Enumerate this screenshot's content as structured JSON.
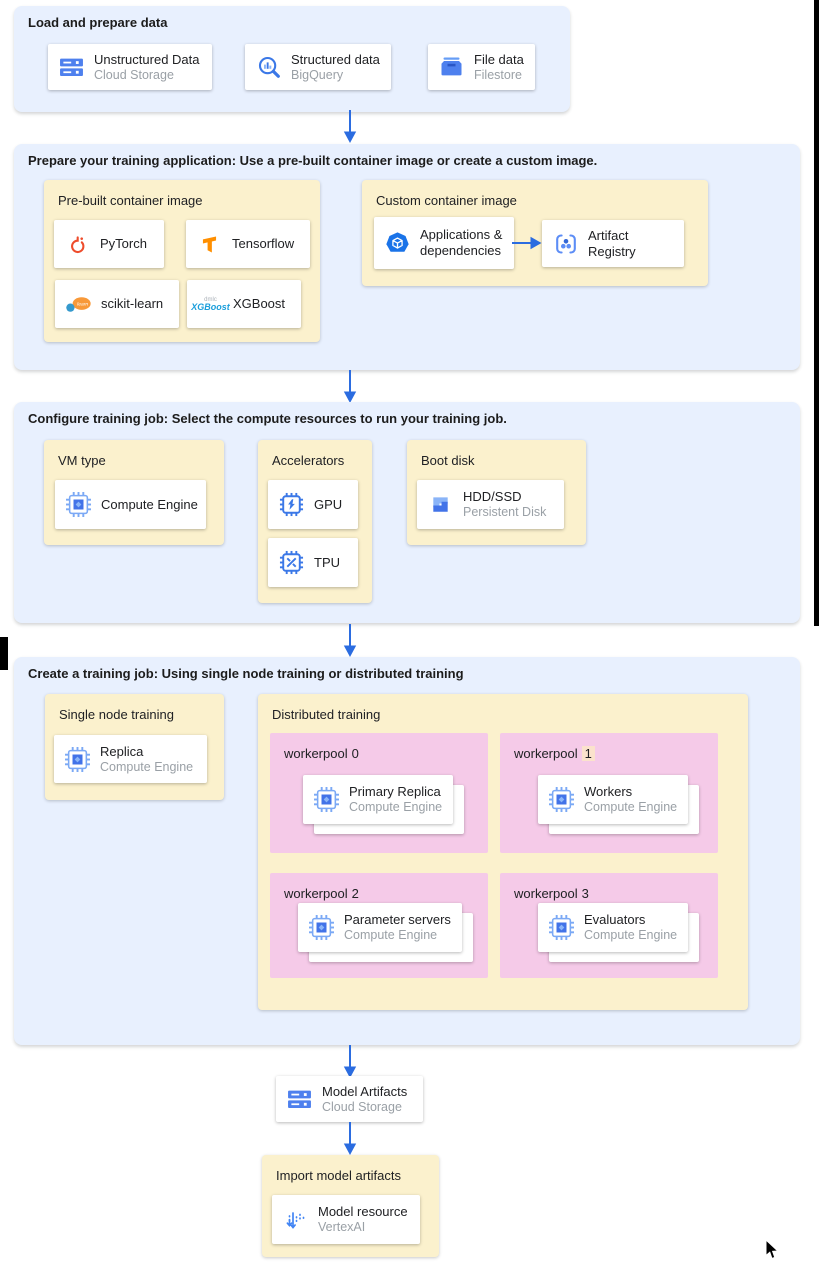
{
  "colors": {
    "section_bg": "#e8f0fe",
    "panel_bg": "#fbf1cd",
    "workerpool_bg": "#f5cae8",
    "number_highlight_bg": "#fbe2cc",
    "card_bg": "#ffffff",
    "arrow": "#2b6ce0",
    "title_text": "#202124",
    "subtitle_text": "#9aa0a6",
    "icon_blue": "#4273e8",
    "pytorch_orange": "#ee4c2c",
    "tensorflow_orange": "#ff8f00"
  },
  "sections": {
    "load": {
      "title": "Load and prepare data",
      "cards": [
        {
          "title": "Unstructured Data",
          "subtitle": "Cloud Storage"
        },
        {
          "title": "Structured data",
          "subtitle": "BigQuery"
        },
        {
          "title": "File data",
          "subtitle": "Filestore"
        }
      ]
    },
    "prepare": {
      "title": "Prepare your training application: Use a pre-built container image or create a custom image.",
      "prebuilt": {
        "title": "Pre-built container image",
        "cards": [
          {
            "title": "PyTorch"
          },
          {
            "title": "Tensorflow"
          },
          {
            "title": "scikit-learn"
          },
          {
            "title": "XGBoost"
          }
        ]
      },
      "custom": {
        "title": "Custom container image",
        "cards": [
          {
            "title": "Applications & dependencies"
          },
          {
            "title": "Artifact Registry"
          }
        ]
      }
    },
    "configure": {
      "title": "Configure training job: Select the compute resources to run your training job.",
      "vm": {
        "title": "VM type",
        "card": {
          "title": "Compute Engine"
        }
      },
      "accelerators": {
        "title": "Accelerators",
        "cards": [
          {
            "title": "GPU"
          },
          {
            "title": "TPU"
          }
        ]
      },
      "boot": {
        "title": "Boot disk",
        "card": {
          "title": "HDD/SSD",
          "subtitle": "Persistent Disk"
        }
      }
    },
    "create": {
      "title": "Create a training job: Using single node training or distributed training",
      "single": {
        "title": "Single node training",
        "card": {
          "title": "Replica",
          "subtitle": "Compute Engine"
        }
      },
      "distributed": {
        "title": "Distributed training",
        "workerpools": [
          {
            "name": "workerpool",
            "num": "0",
            "card": {
              "title": "Primary Replica",
              "subtitle": "Compute Engine"
            }
          },
          {
            "name": "workerpool",
            "num": "1",
            "card": {
              "title": "Workers",
              "subtitle": "Compute Engine"
            }
          },
          {
            "name": "workerpool",
            "num": "2",
            "card": {
              "title": "Parameter servers",
              "subtitle": "Compute Engine"
            }
          },
          {
            "name": "workerpool",
            "num": "3",
            "card": {
              "title": "Evaluators",
              "subtitle": "Compute Engine"
            }
          }
        ]
      }
    }
  },
  "flow": {
    "model_artifacts": {
      "title": "Model Artifacts",
      "subtitle": "Cloud Storage"
    },
    "import": {
      "title": "Import model artifacts",
      "card": {
        "title": "Model resource",
        "subtitle": "VertexAI"
      }
    }
  },
  "icons": {
    "cloud-storage-icon": "two stacked blue server bars",
    "bigquery-icon": "magnifier with bar chart",
    "filestore-icon": "blue file drawer",
    "pytorch-icon": "orange flame ring",
    "tensorflow-icon": "orange TF mark",
    "scikit-learn-icon": "blue dot with orange ellipse",
    "xgboost-icon": "XGBoost wordmark",
    "applications-icon": "blue heptagon with cube",
    "artifact-registry-icon": "brackets with three dots",
    "compute-engine-icon": "chip with diamond core",
    "gpu-icon": "chip with lightning bolt",
    "tpu-icon": "chip with diagonal lines",
    "disk-icon": "interlocked blue blocks",
    "vertex-ai-icon": "dotted downward arrows",
    "flow-arrow-icon": "blue arrow",
    "mouse-cursor": "black pointer",
    "scikit_logo_text": "learn",
    "xgboost_top": "dmlc",
    "xgboost_text": "XGBoost"
  }
}
